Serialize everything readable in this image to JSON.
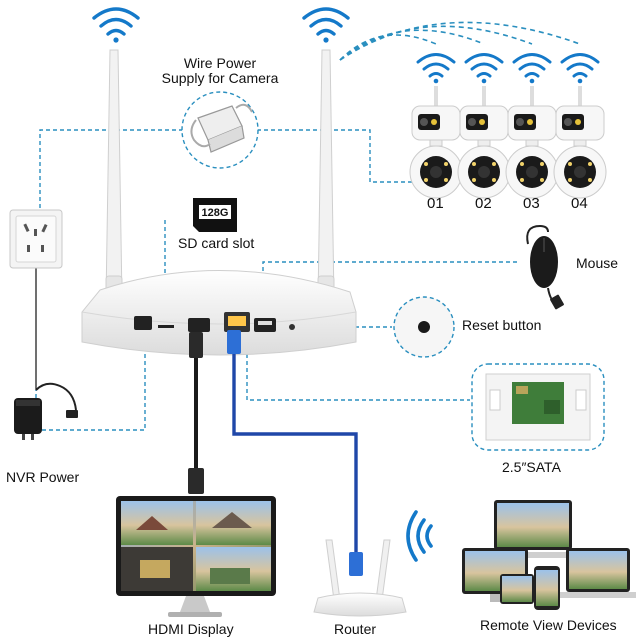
{
  "labels": {
    "wire_power": "Wire Power\nSupply for Camera",
    "sd_card": "SD card slot",
    "sd_capacity": "128G",
    "mouse": "Mouse",
    "reset": "Reset button",
    "sata": "2.5″SATA",
    "nvr_power": "NVR Power",
    "hdmi_display": "HDMI Display",
    "router": "Router",
    "remote": "Remote View Devices"
  },
  "cameras": [
    "01",
    "02",
    "03",
    "04"
  ],
  "colors": {
    "dashed_line": "#2a8fbf",
    "wifi": "#1479c9",
    "lan_cable": "#1f47a8",
    "hdmi_cable": "#1a1a1a",
    "device_body": "#f2f2f2"
  },
  "icons": [
    "wifi-icon",
    "camera-icon",
    "mouse-icon",
    "power-adapter-icon",
    "wall-outlet-icon",
    "monitor-icon",
    "router-icon",
    "laptop-icon",
    "phone-icon",
    "hdd-icon",
    "sd-card-icon"
  ]
}
